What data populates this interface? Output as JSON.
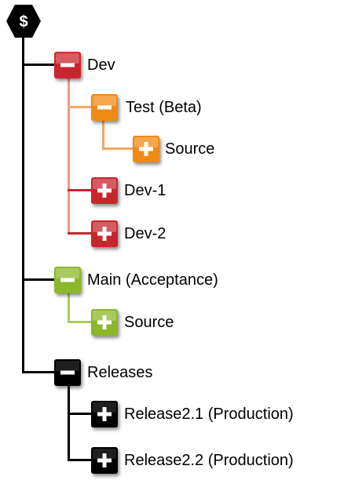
{
  "root": {
    "symbol": "$",
    "icon": "root-hexagon-icon"
  },
  "colors": {
    "red": "#c8262c",
    "orange": "#ef8a14",
    "green": "#8db72a",
    "black": "#000000"
  },
  "nodes": [
    {
      "id": "dev",
      "label": "Dev",
      "state": "expanded",
      "color": "red"
    },
    {
      "id": "test-beta",
      "label": "Test (Beta)",
      "state": "expanded",
      "color": "orange"
    },
    {
      "id": "test-source",
      "label": "Source",
      "state": "collapsed",
      "color": "orange"
    },
    {
      "id": "dev-1",
      "label": "Dev-1",
      "state": "collapsed",
      "color": "red"
    },
    {
      "id": "dev-2",
      "label": "Dev-2",
      "state": "collapsed",
      "color": "red"
    },
    {
      "id": "main",
      "label": "Main (Acceptance)",
      "state": "expanded",
      "color": "green"
    },
    {
      "id": "main-source",
      "label": "Source",
      "state": "collapsed",
      "color": "green"
    },
    {
      "id": "releases",
      "label": "Releases",
      "state": "expanded",
      "color": "black"
    },
    {
      "id": "release-2-1",
      "label": "Release2.1 (Production)",
      "state": "collapsed",
      "color": "black"
    },
    {
      "id": "release-2-2",
      "label": "Release2.2 (Production)",
      "state": "collapsed",
      "color": "black"
    }
  ]
}
